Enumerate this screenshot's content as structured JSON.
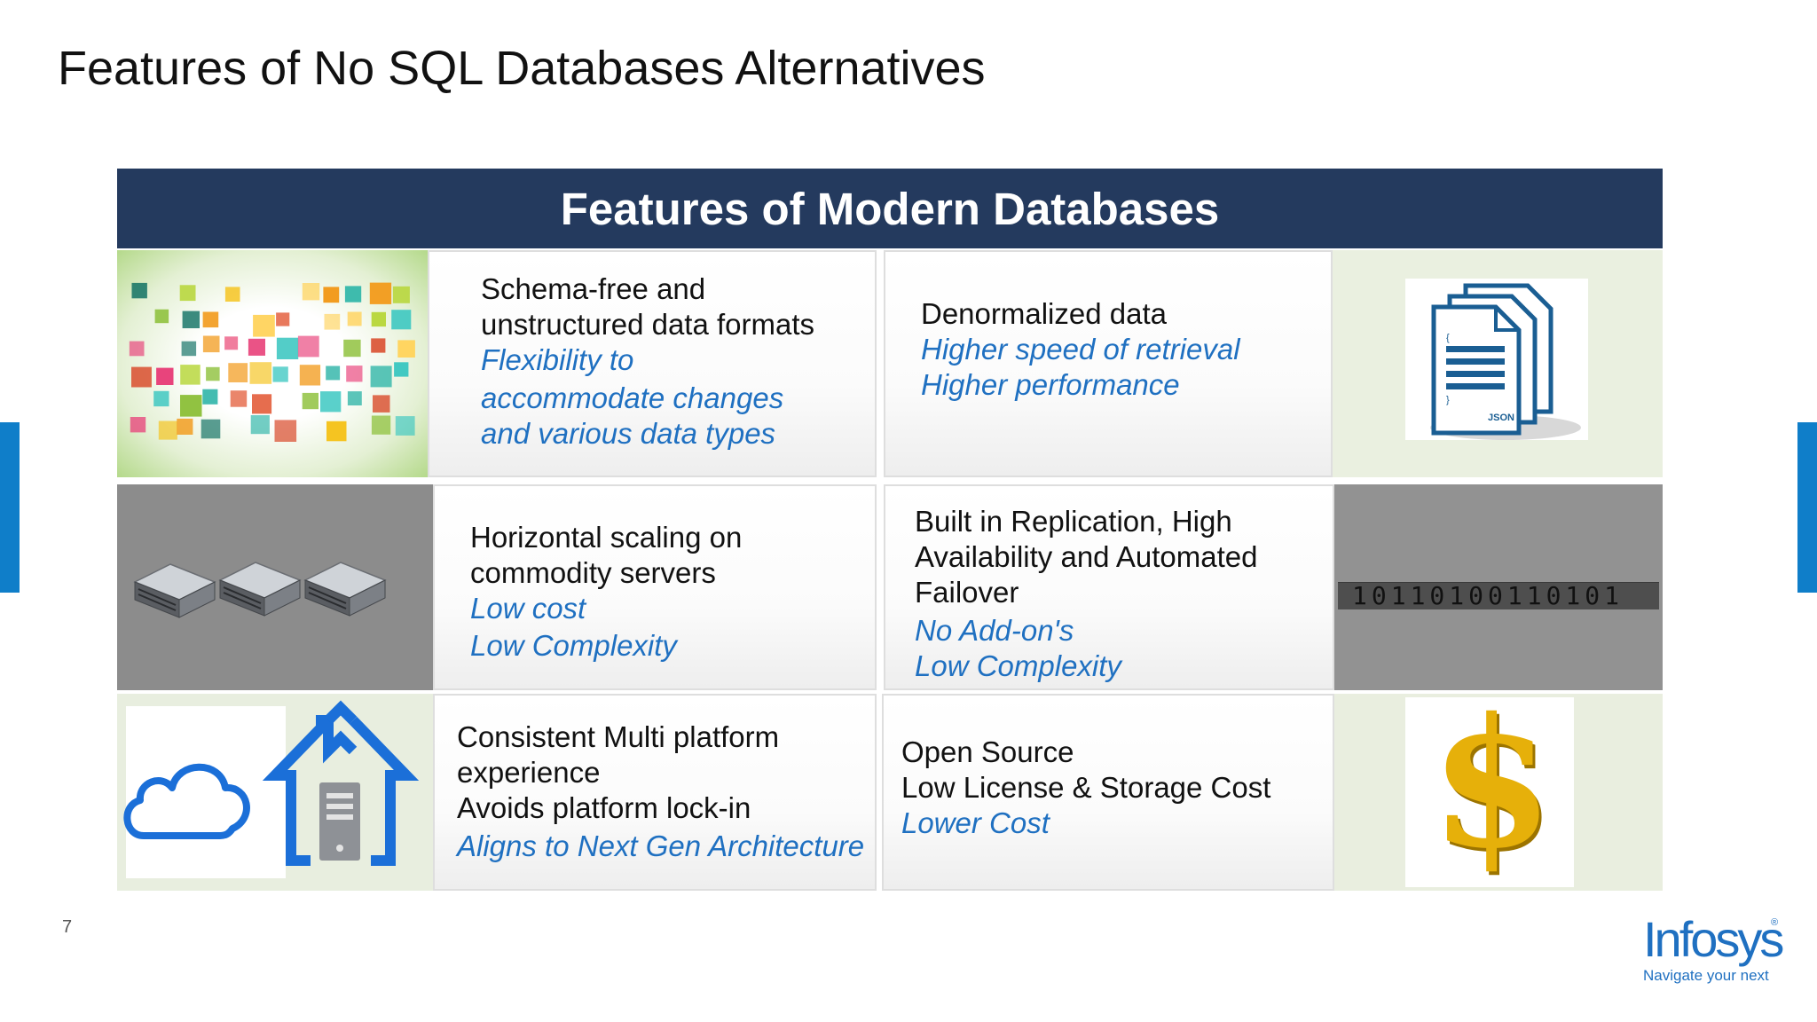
{
  "slide": {
    "title": "Features of No SQL Databases Alternatives",
    "page_number": "7"
  },
  "table": {
    "header": "Features of Modern Databases",
    "cells": [
      {
        "lines": [
          "Schema-free and",
          "unstructured data formats"
        ],
        "emphasis": [
          "Flexibility to",
          "accommodate changes",
          "and various data types"
        ]
      },
      {
        "lines": [
          "Denormalized data"
        ],
        "emphasis": [
          "Higher speed of retrieval",
          "Higher performance"
        ]
      },
      {
        "lines": [
          "Horizontal scaling on",
          "commodity servers"
        ],
        "emphasis": [
          "Low cost",
          "Low Complexity"
        ]
      },
      {
        "lines": [
          "Built in Replication, High",
          "Availability and Automated",
          "Failover"
        ],
        "emphasis": [
          "No Add-on's",
          "Low Complexity"
        ]
      },
      {
        "lines": [
          "Consistent Multi platform",
          "experience",
          "Avoids platform lock-in"
        ],
        "emphasis": [
          "Aligns to Next Gen Architecture"
        ]
      },
      {
        "lines": [
          "Open Source",
          "Low License & Storage Cost"
        ],
        "emphasis": [
          "Lower Cost"
        ]
      }
    ]
  },
  "images": {
    "json_doc_label": "JSON",
    "binary_string": "10110100110101",
    "dollar_sign": "$"
  },
  "brand": {
    "name": "Infosys",
    "tagline": "Navigate your next",
    "registered": "®",
    "color": "#1f70c1"
  },
  "colors": {
    "header_bg": "#243a5e",
    "emphasis_text": "#1f70c1",
    "side_accent": "#0f7ec9"
  }
}
